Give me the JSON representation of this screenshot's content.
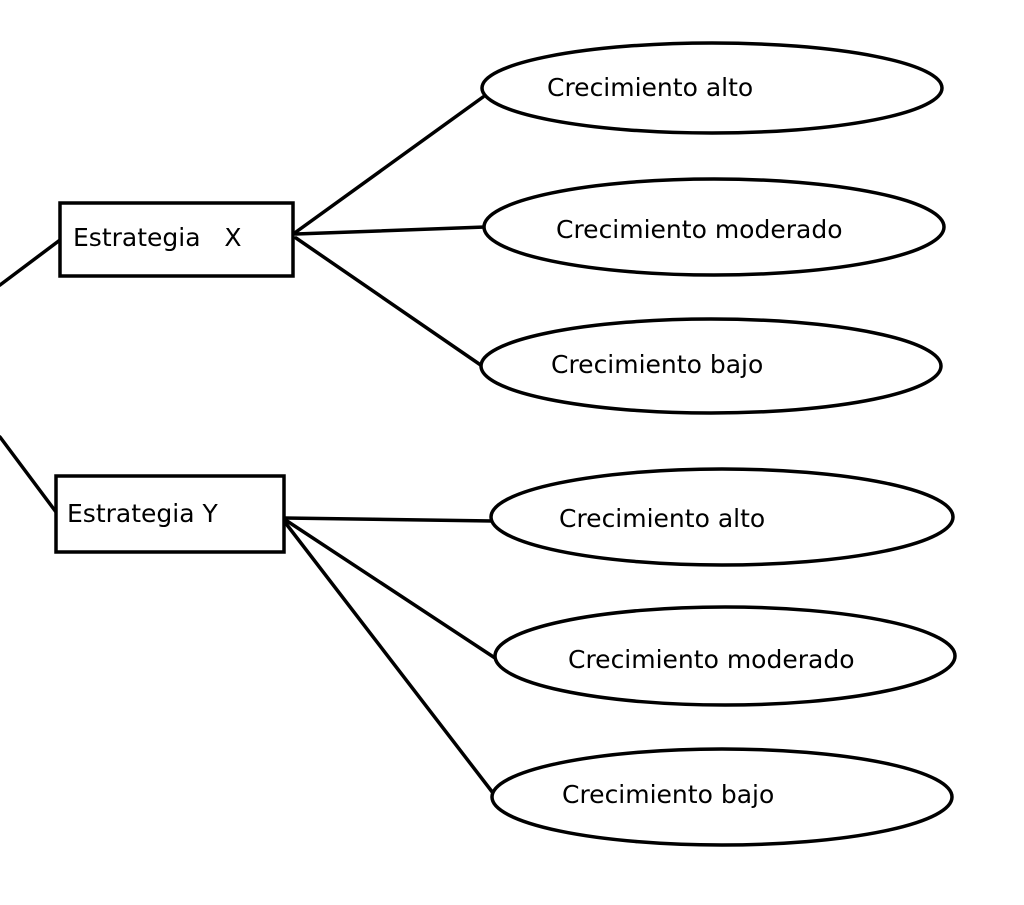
{
  "colors": {
    "stroke": "#000000",
    "background": "#ffffff"
  },
  "strategies": [
    {
      "label": "Estrategia   X",
      "outcomes": [
        {
          "label": "Crecimiento alto"
        },
        {
          "label": "Crecimiento moderado"
        },
        {
          "label": "Crecimiento bajo"
        }
      ]
    },
    {
      "label": "Estrategia Y",
      "outcomes": [
        {
          "label": "Crecimiento alto"
        },
        {
          "label": "Crecimiento moderado"
        },
        {
          "label": "Crecimiento bajo"
        }
      ]
    }
  ]
}
